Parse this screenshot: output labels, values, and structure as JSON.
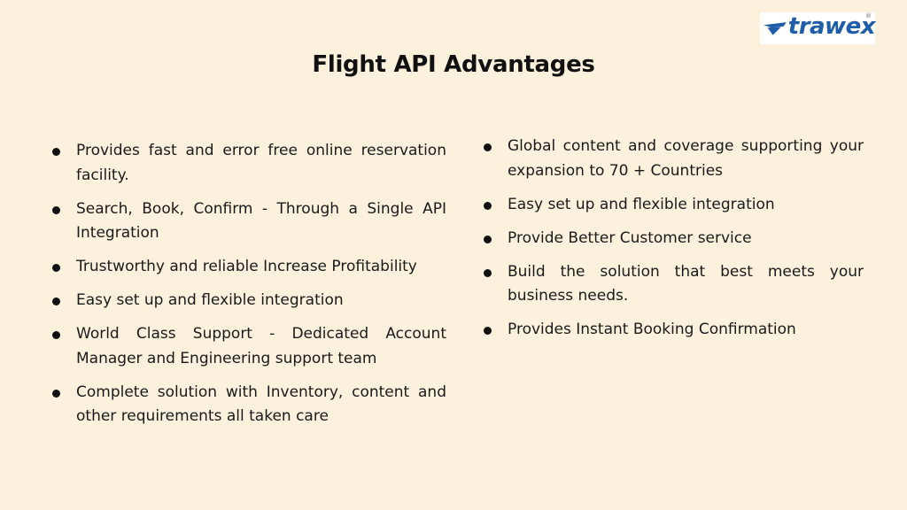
{
  "logo": {
    "text": "trawex",
    "registered": "®"
  },
  "title": "Flight API Advantages",
  "left_column": {
    "items": [
      "Provides fast and error free online reservation facility.",
      "Search, Book, Confirm - Through a Single API Integration",
      "Trustworthy and reliable Increase Profitability",
      "Easy set up and flexible integration",
      "World Class Support - Dedicated Account Manager and Engineering support team",
      "Complete solution with Inventory, content and other requirements all taken care"
    ]
  },
  "right_column": {
    "items": [
      "Global content and coverage supporting your expansion to 70 + Countries",
      "Easy set up and flexible integration",
      "Provide Better Customer service",
      "Build the solution that best meets your business needs.",
      "Provides Instant Booking Confirmation"
    ]
  },
  "colors": {
    "background": "#fbf1dc",
    "brand": "#1f5da8",
    "text": "#1a1a1a"
  }
}
